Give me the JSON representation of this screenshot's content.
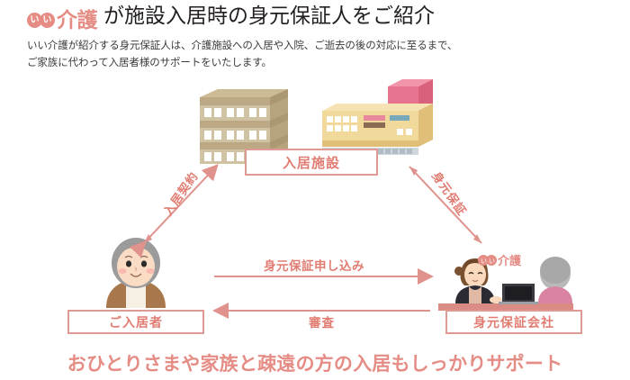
{
  "header": {
    "logo_chars": [
      "い",
      "い"
    ],
    "logo_word": "介護",
    "title_rest": "が施設入居時の身元保証人をご紹介",
    "subtitle_line1": "いい介護が紹介する身元保証人は、介護施設への入居や入院、ご逝去の後の対応に至るまで、",
    "subtitle_line2": "ご家族に代わって入居者様のサポートをいたします。"
  },
  "diagram": {
    "nodes": {
      "facility": "入居施設",
      "resident": "ご入居者",
      "company": "身元保証会社"
    },
    "edges": {
      "contract": "入居契約",
      "guarantee": "身元保証",
      "application": "身元保証申し込み",
      "screening": "審査"
    }
  },
  "photo": {
    "logo_chars": [
      "い",
      "い"
    ],
    "logo_word": "介護"
  },
  "footer": {
    "tagline": "おひとりさまや家族と疎遠の方の入居もしっかりサポート"
  },
  "colors": {
    "accent": "#e58c85",
    "accent_text": "#e07c72",
    "box_border": "#e09a94",
    "arrow": "#e0928c",
    "building_left": "#c4b08a",
    "building_right": "#f0d99b",
    "building_roof_box": "#e8758f",
    "text_dark": "#231f20"
  }
}
